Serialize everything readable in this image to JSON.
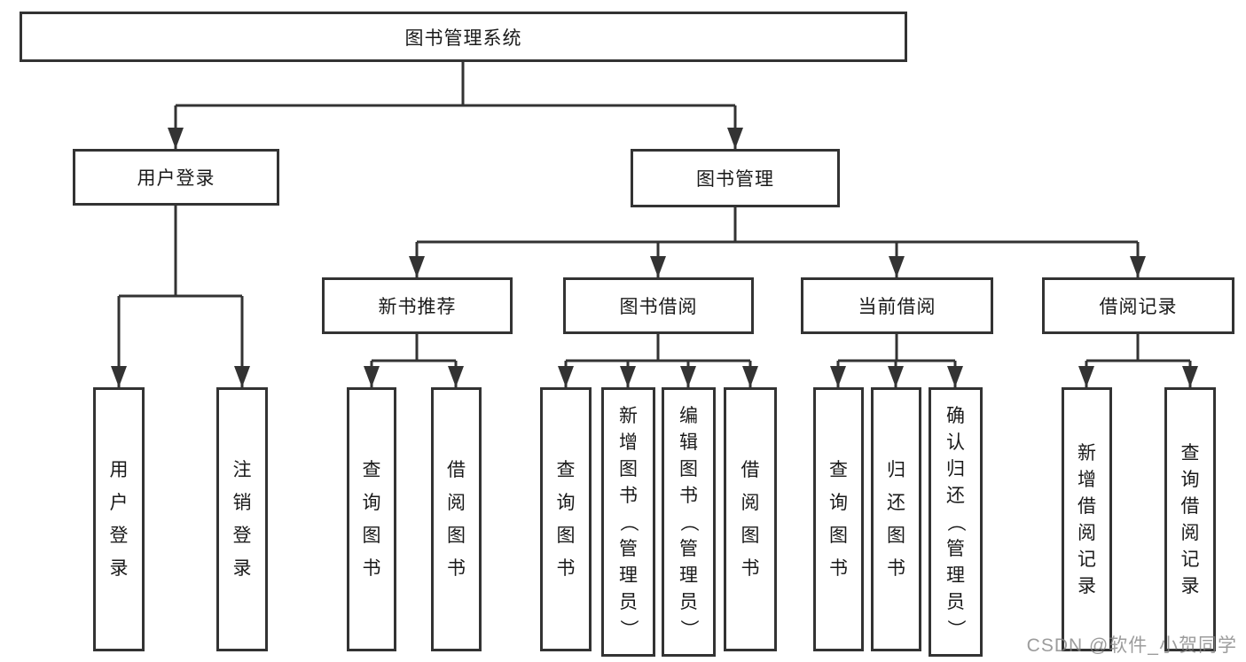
{
  "tree": {
    "root_label": "图书管理系统",
    "branches": [
      {
        "label": "用户登录",
        "children": [
          "用户登录",
          "注销登录"
        ]
      },
      {
        "label": "图书管理",
        "groups": [
          {
            "label": "新书推荐",
            "children": [
              "查询图书",
              "借阅图书"
            ]
          },
          {
            "label": "图书借阅",
            "children": [
              "查询图书",
              "新增图书（管理员）",
              "编辑图书（管理员）",
              "借阅图书"
            ]
          },
          {
            "label": "当前借阅",
            "children": [
              "查询图书",
              "归还图书",
              "确认归还（管理员）"
            ]
          },
          {
            "label": "借阅记录",
            "children": [
              "新增借阅记录",
              "查询借阅记录"
            ]
          }
        ]
      }
    ]
  },
  "watermark": {
    "text": "CSDN @软件_小贺同学"
  },
  "colors": {
    "line": "#333333",
    "box_border": "#333333",
    "text": "#1a1a1a",
    "watermark": "#808080",
    "background": "#ffffff"
  }
}
